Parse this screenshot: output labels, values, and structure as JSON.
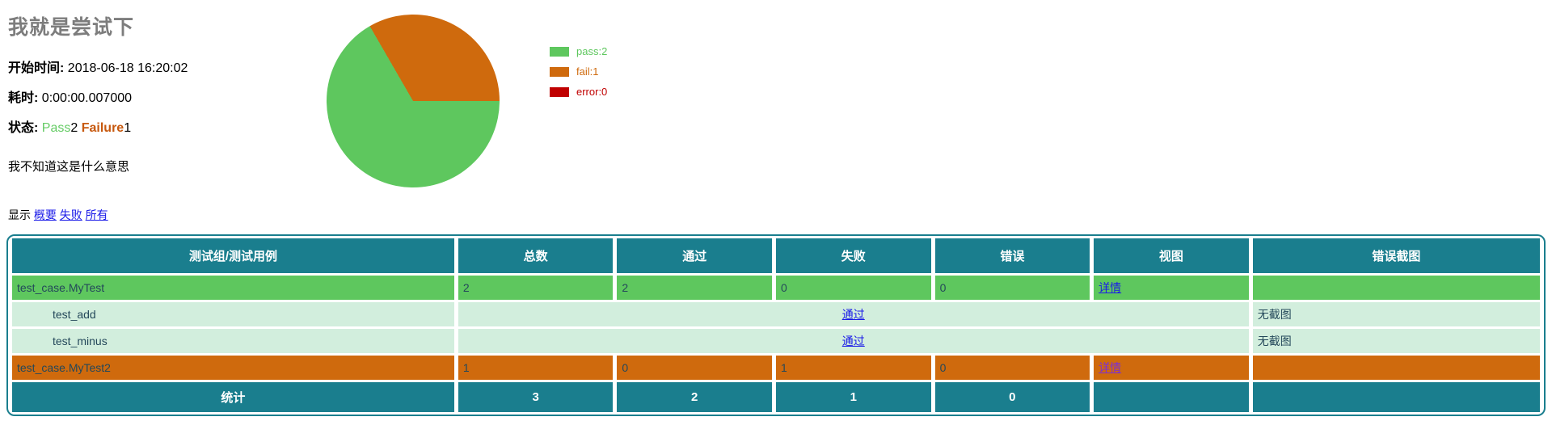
{
  "page": {
    "title": "我就是尝试下"
  },
  "summary": {
    "start_time_label": "开始时间:",
    "start_time_value": "2018-06-18 16:20:02",
    "duration_label": "耗时:",
    "duration_value": "0:00:00.007000",
    "status_label": "状态:",
    "pass_label": "Pass",
    "pass_count": "2",
    "failure_label": "Failure",
    "failure_count": "1",
    "description": "我不知道这是什么意思"
  },
  "chart_data": {
    "type": "pie",
    "title": "",
    "slices": [
      {
        "label": "pass",
        "value": 2,
        "legend": "pass:2",
        "color": "#5ec75e"
      },
      {
        "label": "fail",
        "value": 1,
        "legend": "fail:1",
        "color": "#cf6a0d"
      },
      {
        "label": "error",
        "value": 0,
        "legend": "error:0",
        "color": "#c00000"
      }
    ],
    "start_angle": "east",
    "direction": "clockwise",
    "legend_position": "right"
  },
  "filter_bar": {
    "label": "显示",
    "links": [
      {
        "label": "概要"
      },
      {
        "label": "失败"
      },
      {
        "label": "所有"
      }
    ]
  },
  "table": {
    "headers": [
      "测试组/测试用例",
      "总数",
      "通过",
      "失败",
      "错误",
      "视图",
      "错误截图"
    ],
    "rows": [
      {
        "name": "test_case.MyTest",
        "total": "2",
        "pass": "2",
        "fail": "0",
        "error": "0",
        "view_link": "详情",
        "screenshot": ""
      },
      {
        "name": "test_add",
        "status_link": "通过",
        "screenshot": "无截图"
      },
      {
        "name": "test_minus",
        "status_link": "通过",
        "screenshot": "无截图"
      },
      {
        "name": "test_case.MyTest2",
        "total": "1",
        "pass": "0",
        "fail": "1",
        "error": "0",
        "view_link": "详情",
        "screenshot": ""
      }
    ],
    "footer": {
      "label": "统计",
      "total": "3",
      "pass": "2",
      "fail": "1",
      "error": "0",
      "view": "",
      "screenshot": ""
    }
  },
  "colors": {
    "teal": "#1a7e8e",
    "row_pass_bg": "#5ec75e",
    "row_case_bg": "#d2eedd",
    "row_fail_bg": "#cf6a0d",
    "link_color": "#1a1ae8",
    "link_visited_color": "#7b2fd6",
    "title_color": "#7d7d7d",
    "status_pass_color": "#66cc66",
    "status_fail_color": "#c7590f",
    "table_text_color": "#24485a"
  }
}
